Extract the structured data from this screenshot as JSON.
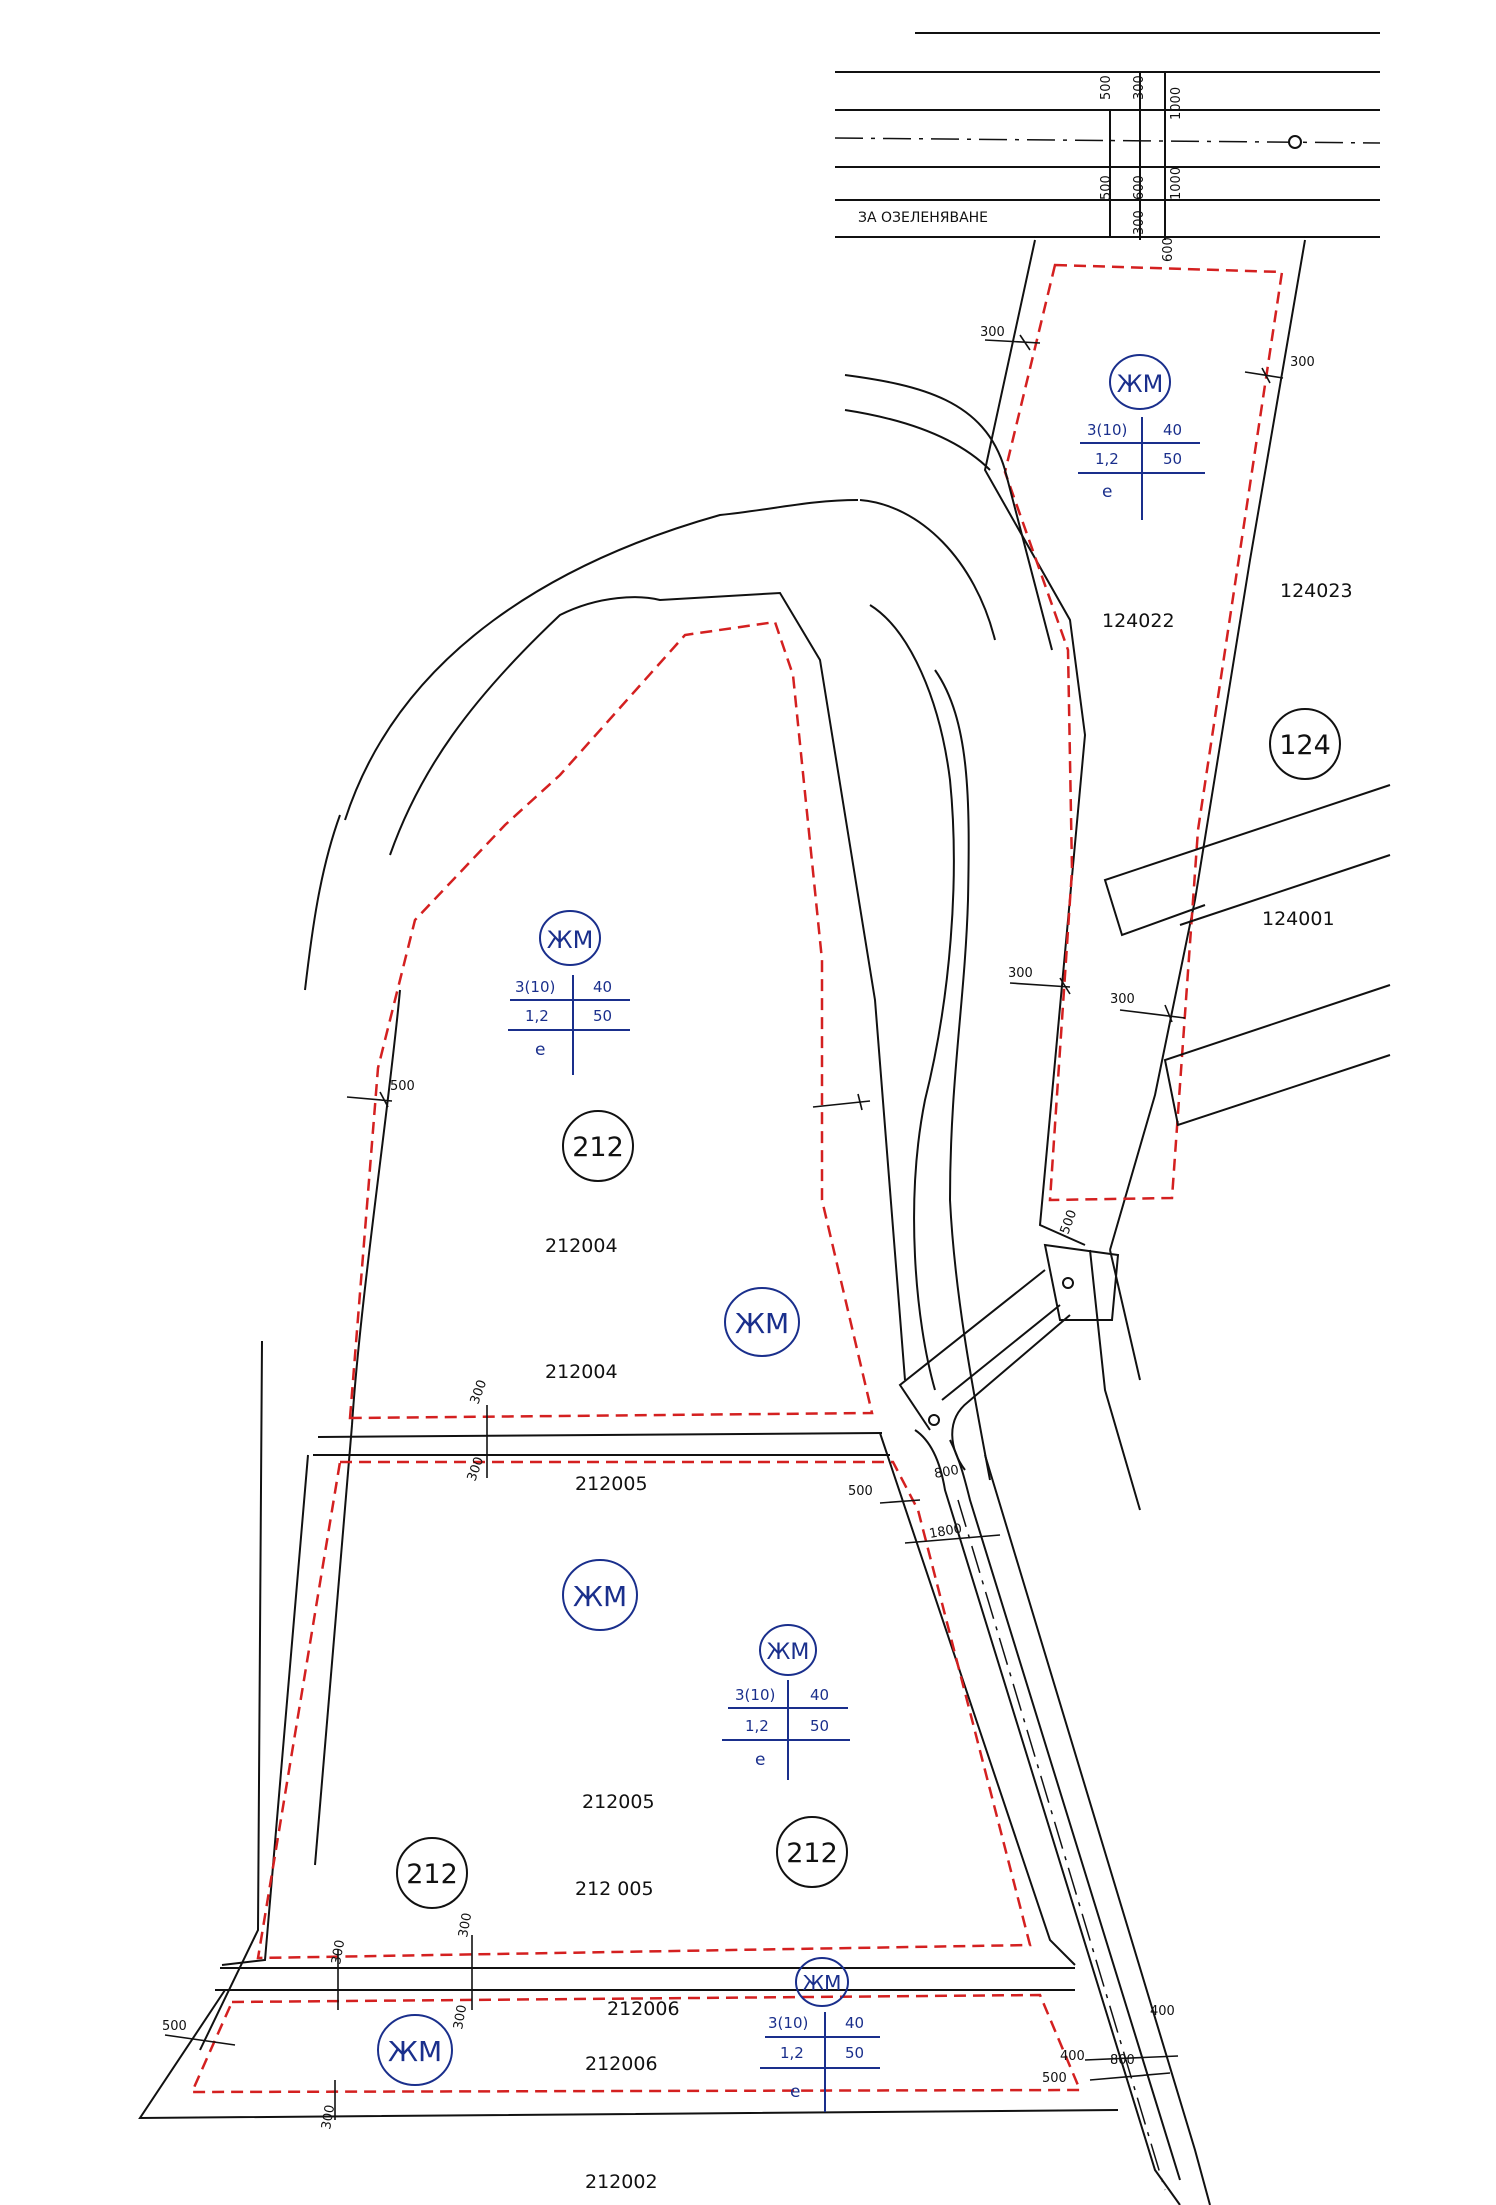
{
  "street_label": "ЗА ОЗЕЛЕНЯВАНЕ",
  "colors": {
    "ink": "#111111",
    "regulation_line": "#d42020",
    "zone_ink": "#1a2f8c",
    "background": "#ffffff"
  },
  "quarters": {
    "q124": "124",
    "q212_a": "212",
    "q212_b": "212",
    "q212_c": "212"
  },
  "parcels": {
    "p124022": "124022",
    "p124023": "124023",
    "p124001": "124001",
    "p212004_a": "212004",
    "p212004_b": "212004",
    "p212005_a": "212005",
    "p212005_b": "212005",
    "p212005_c": "212 005",
    "p212006_a": "212006",
    "p212006_b": "212006",
    "p212002": "212002"
  },
  "zone": {
    "code": "ЖМ",
    "params": {
      "floors": "3(10)",
      "density": "40",
      "intensity": "1,2",
      "green": "50",
      "method": "е"
    }
  },
  "dimensions": {
    "d300": "300",
    "d500": "500",
    "d600": "600",
    "d800": "800",
    "d1000": "1000",
    "d1800": "1800",
    "d400": "400"
  }
}
